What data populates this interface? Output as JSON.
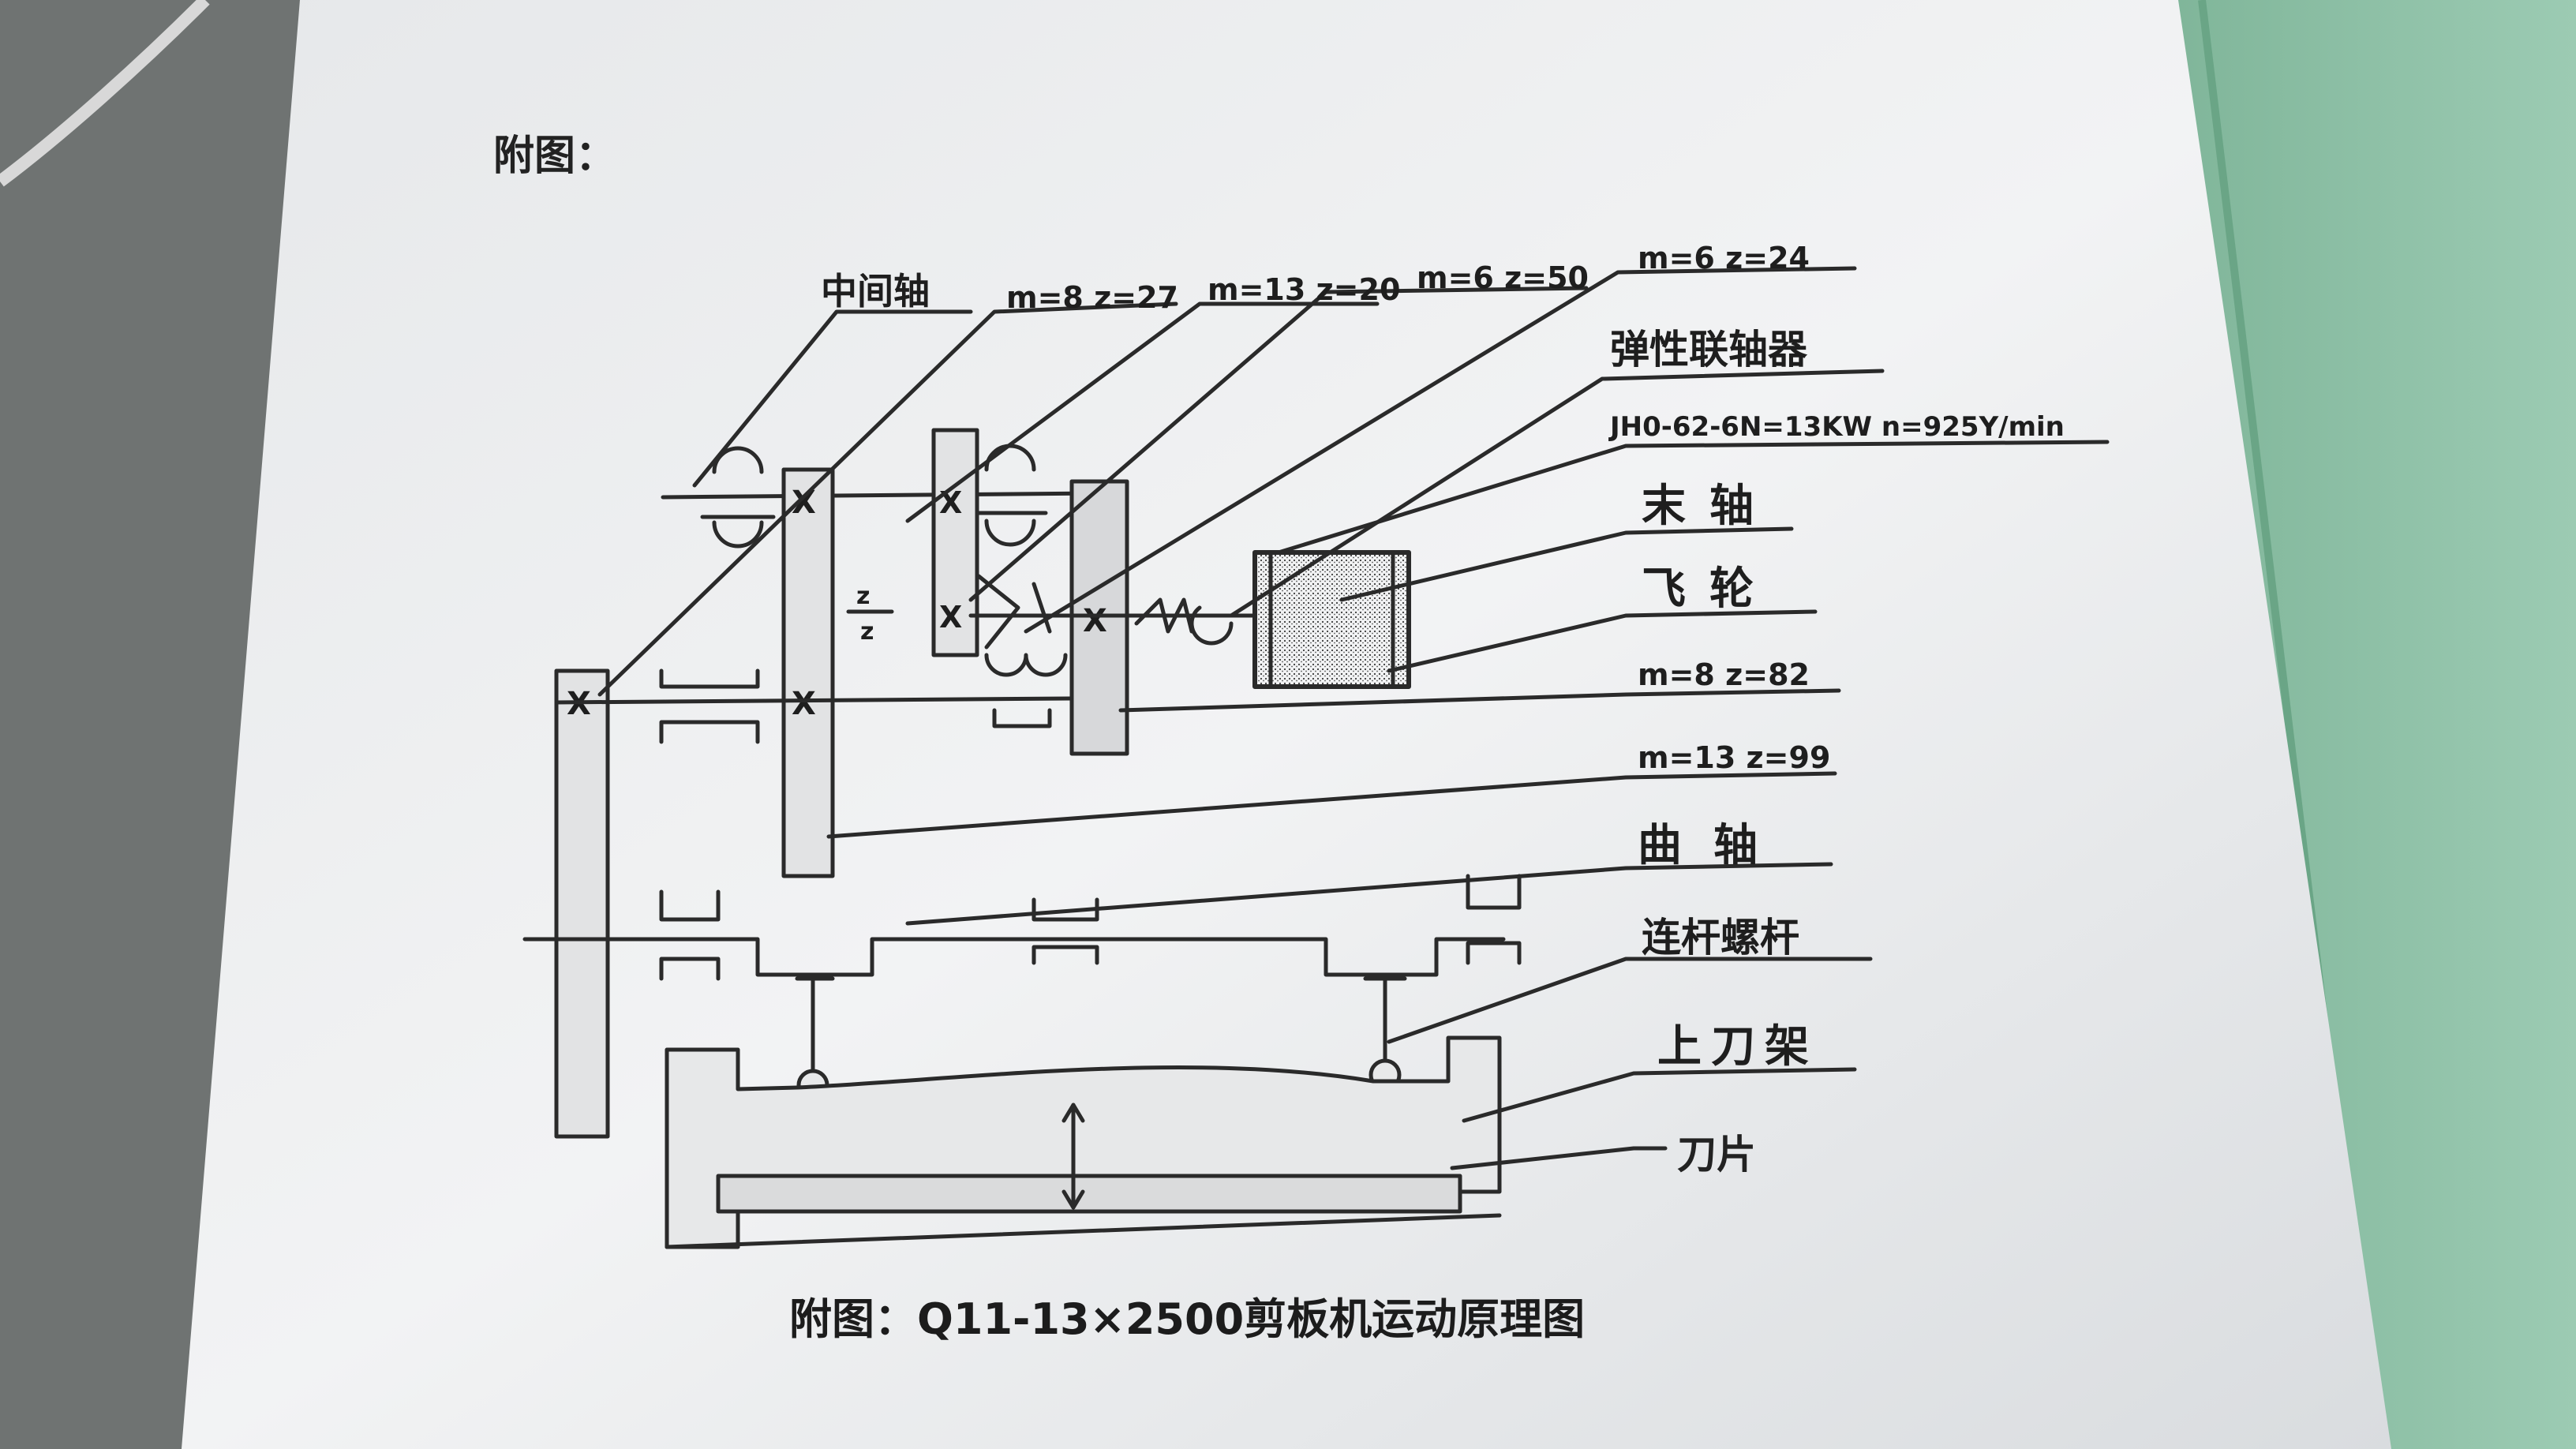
{
  "page_heading": "附图：",
  "caption": "附图：Q11-13×2500剪板机运动原理图",
  "labels": {
    "intermediate_shaft": "中间轴",
    "gear_1": "m=8 z=27",
    "gear_2": "m=13 z=20",
    "gear_3": "m=6 z=50",
    "gear_4": "m=6 z=24",
    "coupling": "弹性联轴器",
    "motor": "JH0-62-6N=13KW n=925Y/min",
    "last_shaft": "末轴",
    "flywheel": "飞轮",
    "gear_5": "m=8 z=82",
    "gear_6": "m=13 z=99",
    "crankshaft": "曲轴",
    "connecting_rod": "连杆螺杆",
    "upper_blade_holder": "上刀架",
    "blade": "刀片"
  },
  "colors": {
    "paper": "#eef0f2",
    "ink": "#2a2a2a",
    "binder": "#8fc0a6",
    "background": "#3a3d3b"
  }
}
